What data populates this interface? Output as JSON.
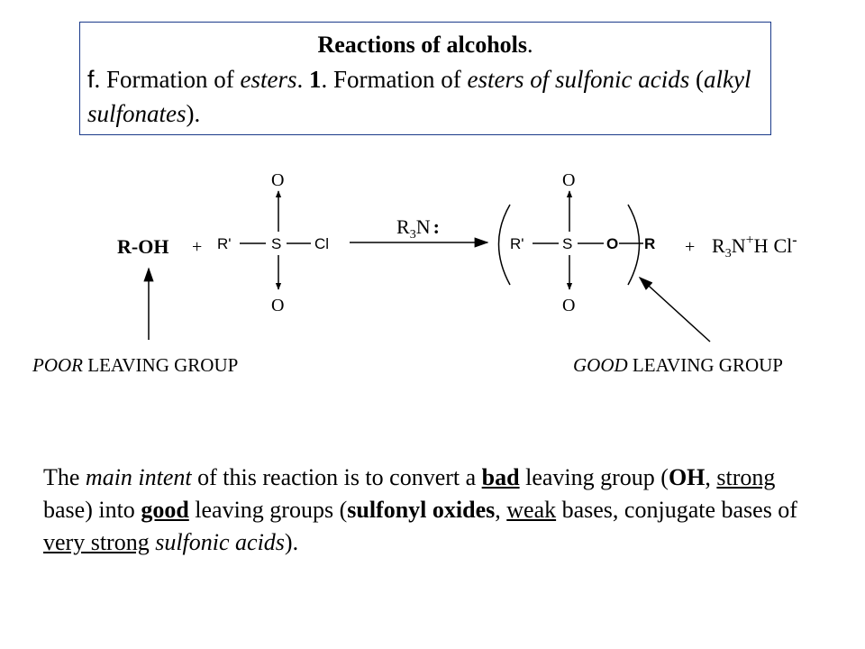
{
  "header": {
    "title": "Reactions of alcohols",
    "title_period": ".",
    "line_letter": "f",
    "line_text_1": ".  Formation of ",
    "line_esters": "esters",
    "line_text_2": ".  ",
    "line_num": "1",
    "line_text_3": ".  Formation of ",
    "line_esters_sulfonic": "esters of sulfonic acids",
    "line_text_4": " (",
    "line_alkyl": "alkyl sulfonates",
    "line_text_5": ")."
  },
  "scheme": {
    "reactant": "R-OH",
    "plus": "+",
    "r_prime": "R'",
    "sulfur": "S",
    "chlorine": "Cl",
    "oxygen_top": "O",
    "oxygen_bottom": "O",
    "reagent_r": "R",
    "reagent_sub": "3",
    "reagent_n": "N",
    "reagent_colon": ":",
    "prod_r_prime": "R'",
    "prod_s": "S",
    "prod_o_top": "O",
    "prod_o_bottom": "O",
    "prod_o": "O",
    "prod_r": "R",
    "plus2": "+",
    "salt_r": "R",
    "salt_sub": "3",
    "salt_n": "N",
    "salt_plus": "+",
    "salt_h": "H",
    "salt_cl": "Cl",
    "salt_minus": "-",
    "poor_italic": "POOR",
    "poor_rest": " LEAVING GROUP",
    "good_italic": "GOOD",
    "good_rest": "  LEAVING GROUP"
  },
  "explanation": {
    "p1": "The ",
    "main_intent": "main intent",
    "p2": " of this reaction is to convert a ",
    "bad": "bad",
    "p3": " leaving group (",
    "oh": "OH",
    "p4": ", ",
    "strong": "strong",
    "p5": " base) into ",
    "good": "good",
    "p6": " leaving groups (",
    "sulfonyl": "sulfonyl oxides",
    "p7": ", ",
    "weak": "weak",
    "p8": " bases, conjugate bases of ",
    "very_strong": "very strong",
    "p9": " ",
    "sulfonic_acids": "sulfonic acids",
    "p10": ")."
  }
}
